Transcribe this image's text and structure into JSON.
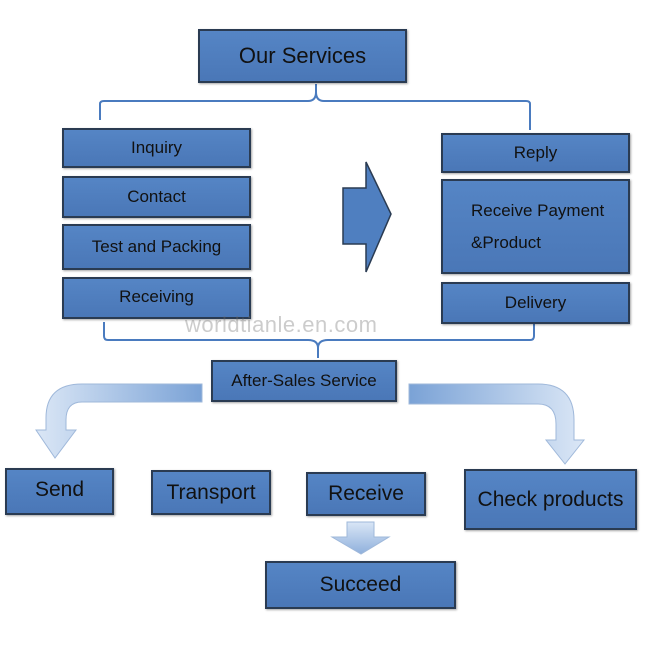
{
  "title": "Our Services",
  "left_steps": [
    "Inquiry",
    "Contact",
    "Test and Packing",
    "Receiving"
  ],
  "right_steps": {
    "reply": "Reply",
    "payment_line1": "Receive Payment",
    "payment_line2": "&Product",
    "delivery": "Delivery"
  },
  "after_sales": "After-Sales Service",
  "outcomes": {
    "send": "Send",
    "transport": "Transport",
    "receive": "Receive",
    "check": "Check products"
  },
  "final": "Succeed",
  "watermark": "worldtianle.en.com",
  "colors": {
    "box_fill": "#4f7fc0",
    "box_border": "#2a3b52",
    "connector": "#4a7bbf",
    "arrow": "#5e8fd0"
  }
}
